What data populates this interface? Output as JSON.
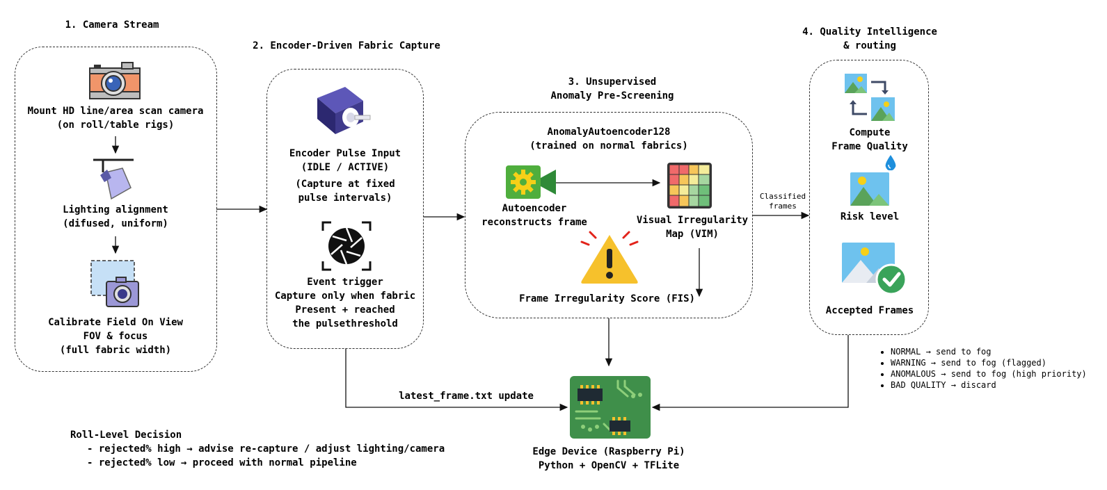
{
  "sections": {
    "camera": "1. Camera Stream",
    "capture": "2. Encoder-Driven Fabric Capture",
    "anomaly": [
      "3. Unsupervised",
      "Anomaly Pre-Screening"
    ],
    "quality": [
      "4. Quality Intelligence",
      "& routing"
    ]
  },
  "camera": {
    "mount": [
      "Mount HD line/area scan camera",
      "(on roll/table rigs)"
    ],
    "lighting": [
      "Lighting alignment",
      "(difused, uniform)"
    ],
    "calibrate": [
      "Calibrate Field On View",
      "FOV & focus",
      "(full fabric width)"
    ]
  },
  "capture": {
    "encoder": [
      "Encoder Pulse Input",
      "(IDLE / ACTIVE)",
      "(Capture at fixed",
      "pulse intervals)"
    ],
    "event": [
      "Event trigger",
      "Capture only when fabric",
      "Present + reached",
      "the pulsethreshold"
    ]
  },
  "anomaly": {
    "model": [
      "AnomalyAutoencoder128",
      "(trained on normal fabrics)"
    ],
    "autoencoder": [
      "Autoencoder",
      "reconstructs frame"
    ],
    "vim": [
      "Visual Irregularity",
      "Map (VIM)"
    ],
    "fis": "Frame Irregularity Score (FIS)"
  },
  "classified": [
    "Classified",
    "frames"
  ],
  "quality": {
    "compute": [
      "Compute",
      "Frame Quality"
    ],
    "risk": "Risk level",
    "accepted": "Accepted Frames"
  },
  "routing": [
    "NORMAL → send to fog",
    "WARNING → send to fog (flagged)",
    "ANOMALOUS → send to fog (high priority)",
    "BAD QUALITY → discard"
  ],
  "latest": "latest_frame.txt update",
  "edge": [
    "Edge Device (Raspberry Pi)",
    "Python + OpenCV + TFLite"
  ],
  "roll": {
    "title": "Roll-Level Decision",
    "items": [
      "- rejected% high → advise re-capture / adjust lighting/camera",
      "- rejected% low → proceed with normal pipeline"
    ]
  },
  "icons": {
    "camera": "camera-icon",
    "lamp": "lamp-icon",
    "calibrate": "fov-camera-icon",
    "motor": "encoder-motor-icon",
    "shutter": "shutter-icon",
    "gear": "gear-video-icon",
    "heatmap": "heatmap-icon",
    "warning": "warning-icon",
    "swap": "image-swap-icon",
    "image": "image-icon",
    "accepted": "accepted-image-icon",
    "board": "circuit-board-icon"
  },
  "colors": {
    "accent_green": "#3aa35a",
    "warning_yellow": "#f6c12c",
    "board_green": "#3f8f4a",
    "motor_purple": "#3f3a8c"
  }
}
